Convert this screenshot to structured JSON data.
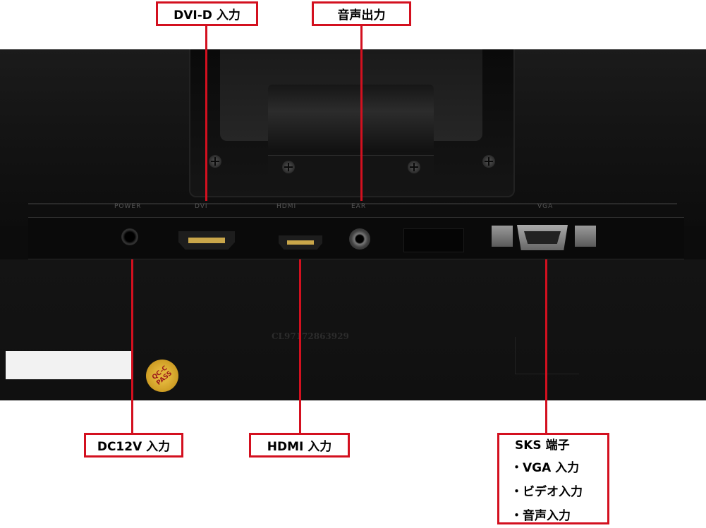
{
  "callouts": {
    "dvi": "DVI-D 入力",
    "audio_out": "音声出力",
    "dc": "DC12V 入力",
    "hdmi": "HDMI 入力",
    "sks": {
      "title": "SKS 端子",
      "items": [
        "・VGA 入力",
        "・ビデオ入力",
        "・音声入力"
      ]
    }
  },
  "device": {
    "serial_text": "CL97172863929",
    "seal_text": "QC-C PASS",
    "port_silk_labels": [
      "POWER",
      "DVI",
      "HDMI",
      "EAR",
      "",
      "VGA"
    ]
  },
  "colors": {
    "callout_red": "#d3101f",
    "device_black": "#0c0c0c"
  }
}
